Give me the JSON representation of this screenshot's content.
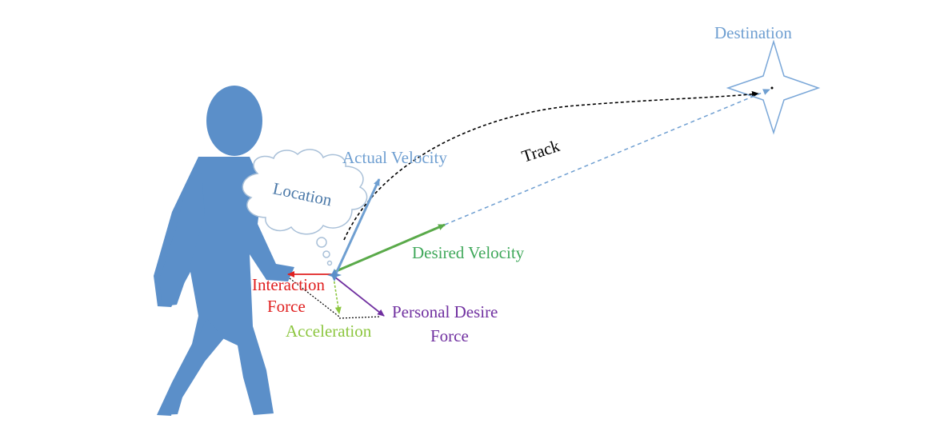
{
  "labels": {
    "destination": "Destination",
    "track": "Track",
    "actual_velocity": "Actual Velocity",
    "location": "Location",
    "desired_velocity": "Desired Velocity",
    "interaction_force_line1": "Interaction",
    "interaction_force_line2": "Force",
    "personal_desire_force_line1": "Personal Desire",
    "personal_desire_force_line2": "Force",
    "acceleration": "Acceleration"
  },
  "colors": {
    "person": "#5b8fc9",
    "destination_label": "#6f9fd1",
    "star_outline": "#7aa7d8",
    "track": "#000000",
    "actual_velocity": "#6f9fd1",
    "desired_velocity": "#5aaa4a",
    "desired_velocity_label": "#3fa85a",
    "dashed_line_to_destination": "#6f9fd1",
    "interaction_force": "#e02020",
    "personal_desire_force": "#7030a0",
    "acceleration": "#8cc63f",
    "location_text": "#4a78a8",
    "cloud_outline": "#a9c0d8"
  },
  "icons": {
    "person": "person-walking-icon",
    "destination": "four-point-star-icon",
    "thought": "thought-cloud-icon"
  }
}
